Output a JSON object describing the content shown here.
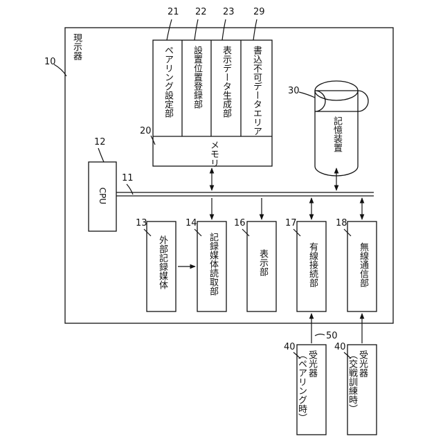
{
  "device": {
    "title": "現示器",
    "ref": "10"
  },
  "memory": {
    "ref": "20",
    "label": "メモリ",
    "sections": [
      {
        "ref": "21",
        "label": "ペアリング設定部"
      },
      {
        "ref": "22",
        "label": "設置位置登録部"
      },
      {
        "ref": "23",
        "label": "表示データ生成部"
      },
      {
        "ref": "29",
        "label": "書込不可データエリア"
      }
    ]
  },
  "storage": {
    "ref": "30",
    "label": "記憶装置"
  },
  "cpu": {
    "ref": "12",
    "label": "CPU"
  },
  "bus": {
    "ref": "11"
  },
  "external_media": {
    "ref": "13",
    "label": "外部記録媒体"
  },
  "media_reader": {
    "ref": "14",
    "label": "記録媒体読取部"
  },
  "display": {
    "ref": "16",
    "label": "表示部"
  },
  "wired": {
    "ref": "17",
    "label": "有線接続部"
  },
  "wireless": {
    "ref": "18",
    "label": "無線通信部"
  },
  "cable": {
    "ref": "50"
  },
  "receiver_pairing": {
    "ref": "40",
    "line1": "受光器",
    "line2": "（ペアリング時）"
  },
  "receiver_training": {
    "ref": "40",
    "line1": "受光器",
    "line2": "（交戦訓練時）"
  }
}
